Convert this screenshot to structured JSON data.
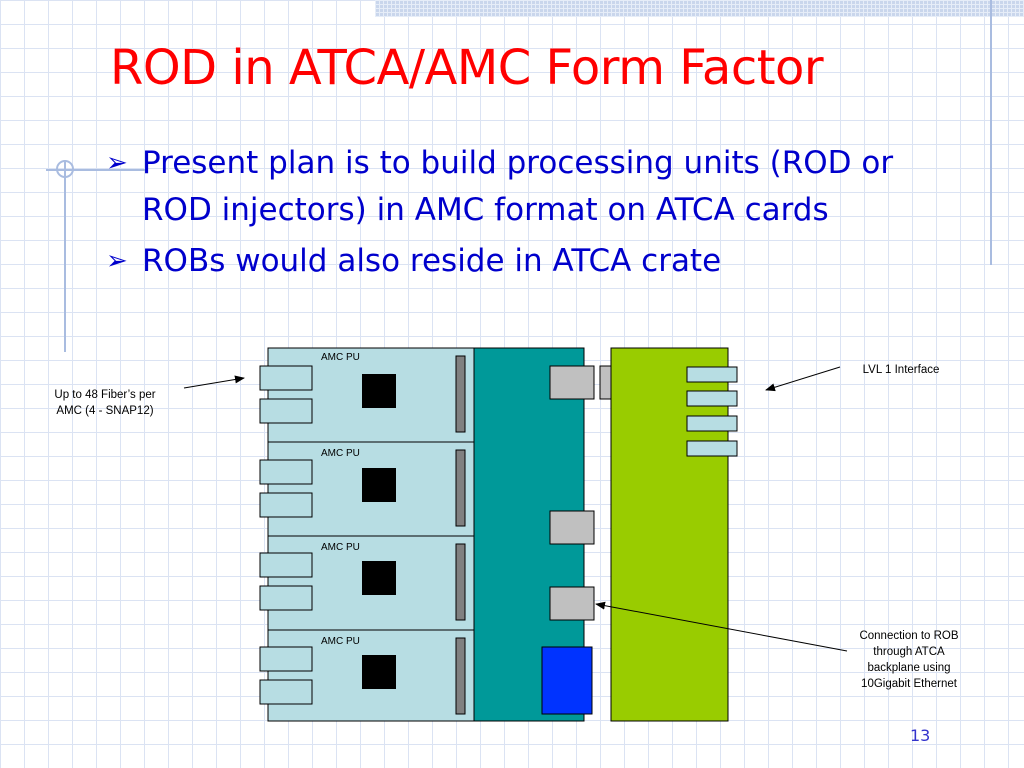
{
  "slide": {
    "title": "ROD in ATCA/AMC Form Factor",
    "bullets": [
      "Present plan is to build processing units (ROD or ROD injectors) in AMC format on ATCA cards",
      "ROBs would also reside in ATCA crate"
    ],
    "bullet_glyph": "➢",
    "page_number": "13"
  },
  "diagram": {
    "amc_units": [
      {
        "label": "AMC PU"
      },
      {
        "label": "AMC PU"
      },
      {
        "label": "AMC PU"
      },
      {
        "label": "AMC PU"
      }
    ],
    "annotations": {
      "fibers": [
        "Up to 48 Fiber’s per",
        "AMC (4 - SNAP12)"
      ],
      "lvl1": "LVL 1 Interface",
      "rob_connection": [
        "Connection to ROB",
        "through ATCA",
        "backplane using",
        "10Gigabit Ethernet"
      ]
    },
    "colors": {
      "amc_card": "#b7dde3",
      "atca_board": "#009999",
      "rob_board": "#99cc00",
      "connector_gray": "#c0c0c0",
      "chip_black": "#000000",
      "ethernet_blue": "#0033ff",
      "title_red": "#ff0000",
      "bullet_blue": "#0000cc"
    }
  }
}
